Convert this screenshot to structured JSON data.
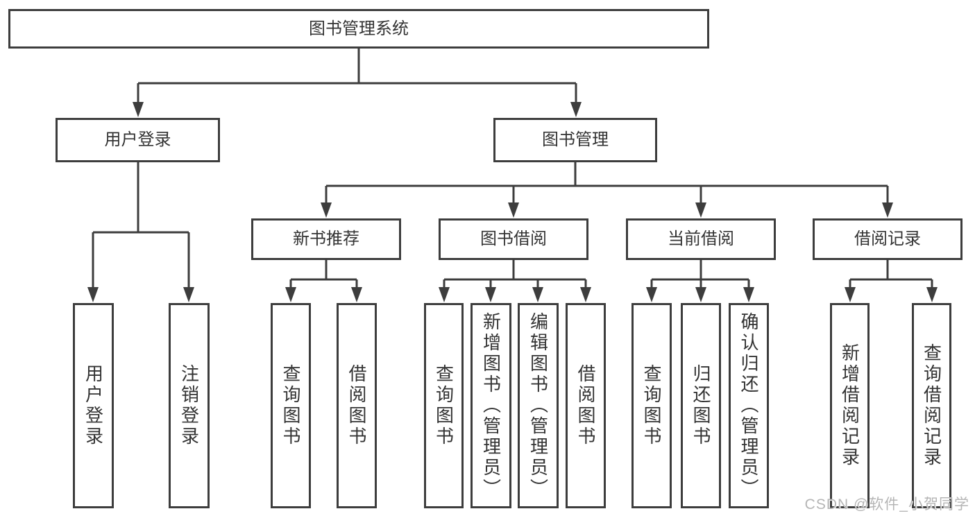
{
  "root": {
    "label": "图书管理系统",
    "children": [
      {
        "label": "用户登录",
        "children": [
          {
            "label": "用户登录"
          },
          {
            "label": "注销登录"
          }
        ]
      },
      {
        "label": "图书管理",
        "children": [
          {
            "label": "新书推荐",
            "children": [
              {
                "label": "查询图书"
              },
              {
                "label": "借阅图书"
              }
            ]
          },
          {
            "label": "图书借阅",
            "children": [
              {
                "label": "查询图书"
              },
              {
                "label": "新增图书（管理员）"
              },
              {
                "label": "编辑图书（管理员）"
              },
              {
                "label": "借阅图书"
              }
            ]
          },
          {
            "label": "当前借阅",
            "children": [
              {
                "label": "查询图书"
              },
              {
                "label": "归还图书"
              },
              {
                "label": "确认归还（管理员）"
              }
            ]
          },
          {
            "label": "借阅记录",
            "children": [
              {
                "label": "新增借阅记录"
              },
              {
                "label": "查询借阅记录"
              }
            ]
          }
        ]
      }
    ]
  },
  "watermark": "CSDN @软件_小贺同学",
  "colors": {
    "line": "#3d3d3d",
    "text": "#333333",
    "watermark": "#b5b5b5",
    "background": "#ffffff"
  }
}
